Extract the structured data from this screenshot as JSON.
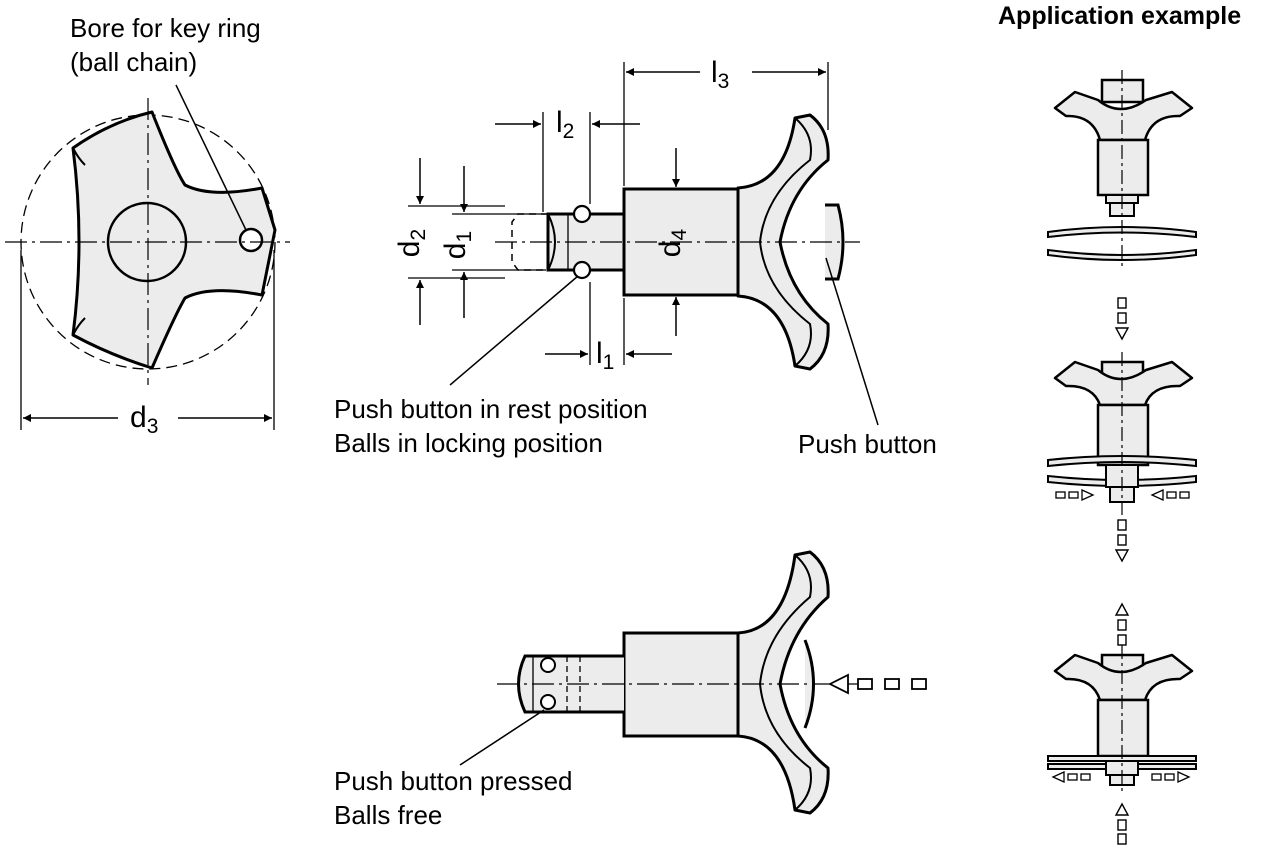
{
  "header": {
    "application_title": "Application example"
  },
  "labels": {
    "bore_line1": "Bore for key ring",
    "bore_line2": "(ball chain)",
    "rest_line1": "Push button in rest position",
    "rest_line2": "Balls in locking position",
    "push_button": "Push button",
    "pressed_line1": "Push button pressed",
    "pressed_line2": "Balls free"
  },
  "dimensions": {
    "d1": {
      "letter": "d",
      "index": "1"
    },
    "d2": {
      "letter": "d",
      "index": "2"
    },
    "d3": {
      "letter": "d",
      "index": "3"
    },
    "d4": {
      "letter": "d",
      "index": "4"
    },
    "l1": {
      "letter": "l",
      "index": "1"
    },
    "l2": {
      "letter": "l",
      "index": "2"
    },
    "l3": {
      "letter": "l",
      "index": "3"
    }
  },
  "colors": {
    "line": "#000000",
    "part_fill": "#ececec",
    "background": "#ffffff"
  }
}
